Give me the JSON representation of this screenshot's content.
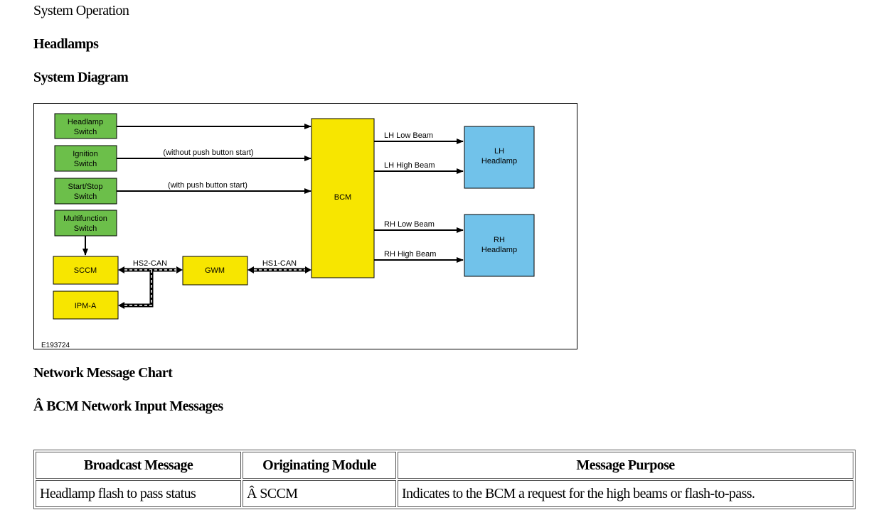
{
  "headings": {
    "system_operation": "System Operation",
    "headlamps": "Headlamps",
    "system_diagram": "System Diagram",
    "network_chart": "Network Message Chart",
    "bcm_inputs": "Â  BCM Network Input Messages"
  },
  "diagram": {
    "figure_id": "E193724",
    "colors": {
      "switch": "#6cbf4a",
      "module": "#f7e600",
      "headlamp": "#71c2ea",
      "border": "#000000"
    },
    "switches": {
      "headlamp": [
        "Headlamp",
        "Switch"
      ],
      "ignition": [
        "Ignition",
        "Switch"
      ],
      "startstop": [
        "Start/Stop",
        "Switch"
      ],
      "multifunction": [
        "Multifunction",
        "Switch"
      ]
    },
    "modules": {
      "sccm": "SCCM",
      "ipma": "IPM-A",
      "gwm": "GWM",
      "bcm": "BCM"
    },
    "headlamps": {
      "lh": [
        "LH",
        "Headlamp"
      ],
      "rh": [
        "RH",
        "Headlamp"
      ]
    },
    "line_labels": {
      "without_push": "(without push button start)",
      "with_push": "(with push button start)",
      "lh_low": "LH Low Beam",
      "lh_high": "LH High Beam",
      "rh_low": "RH Low Beam",
      "rh_high": "RH High Beam",
      "hs2": "HS2-CAN",
      "hs1": "HS1-CAN"
    }
  },
  "table": {
    "headers": [
      "Broadcast Message",
      "Originating Module",
      "Message Purpose"
    ],
    "rows": [
      [
        "Headlamp flash to pass status",
        "Â  SCCM",
        "Indicates to the BCM a request for the high beams or flash-to-pass."
      ]
    ]
  }
}
